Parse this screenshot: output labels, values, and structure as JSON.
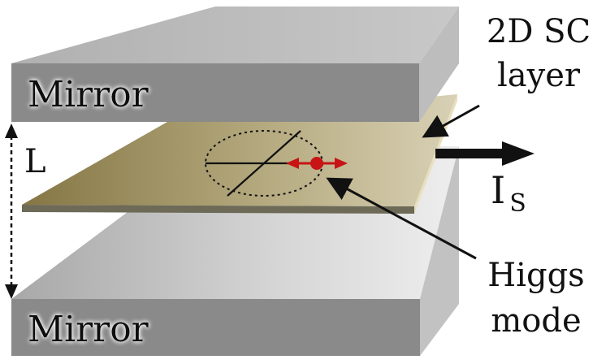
{
  "labels": {
    "top_mirror": "Mirror",
    "bottom_mirror": "Mirror",
    "cavity_length": "L",
    "layer_line1": "2D SC",
    "layer_line2": "layer",
    "current_main": "I",
    "current_sub": "S",
    "higgs_line1": "Higgs",
    "higgs_line2": "mode"
  },
  "colors": {
    "mirror_front": "#8a8a8a",
    "mirror_top": "#c4c4c4",
    "mirror_side": "#bdbdbd",
    "layer_dark": "#8a7a48",
    "layer_light": "#d8d0b4",
    "higgs_marker": "#c81414",
    "text": "#111111"
  }
}
